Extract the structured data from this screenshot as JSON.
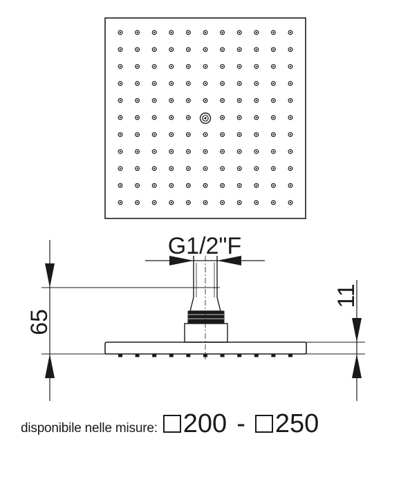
{
  "colors": {
    "line": "#1a1a1a",
    "background": "#ffffff"
  },
  "top_view": {
    "nozzle_rows": 11,
    "nozzle_cols": 11,
    "center_logo_icon": "center-nozzle-logo-icon"
  },
  "dimensions": {
    "thread": "G1/2\"F",
    "height": "65",
    "plate_thickness": "11"
  },
  "caption": {
    "lead": "disponibile nelle misure:",
    "sizes": [
      "200",
      "250"
    ],
    "separator": "-",
    "square_icon": "square-symbol-icon"
  }
}
